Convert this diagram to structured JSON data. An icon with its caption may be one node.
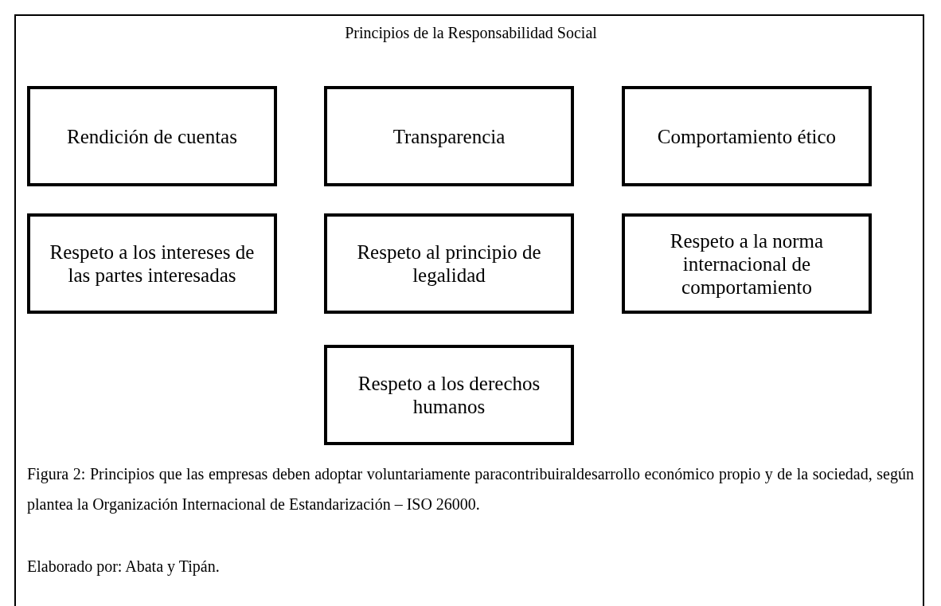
{
  "diagram": {
    "title": "Principios de la Responsabilidad Social",
    "nodes": [
      {
        "text": [
          "Rendición de cuentas"
        ]
      },
      {
        "text": [
          "Transparencia"
        ]
      },
      {
        "text": [
          "Comportamiento ético"
        ]
      },
      {
        "text": [
          "Respeto a los intereses de las partes interesadas"
        ]
      },
      {
        "text": [
          "Respeto al principio de legalidad"
        ]
      },
      {
        "text": [
          "Respeto a la norma internacional de comportamiento"
        ]
      },
      {
        "text": [
          "Respeto a los derechos humanos"
        ]
      }
    ],
    "edges": [],
    "caption": "Figura 2: Principios que las empresas deben adoptar voluntariamente paracontribuiraldesarrollo económico propio y de la sociedad, según plantea la Organización Internacional de Estandarización – ISO 26000.",
    "labels": [
      "Elaborado por: Abata y Tipán."
    ]
  }
}
